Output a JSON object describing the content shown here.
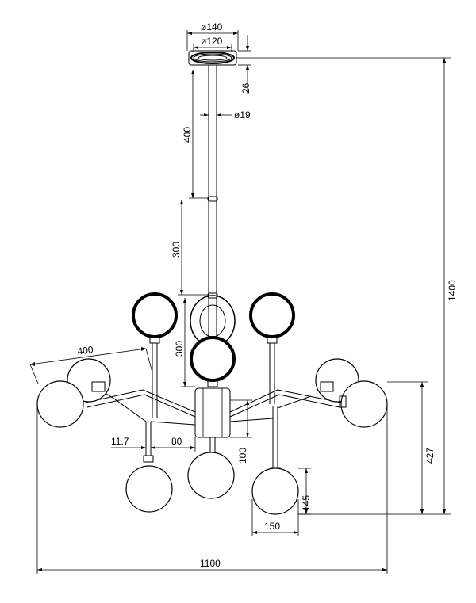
{
  "dimensions": {
    "canopy_outer_diameter": "ø140",
    "canopy_inner_diameter": "ø120",
    "canopy_height": "26",
    "rod_diameter": "ø19",
    "rod_segment_top": "400",
    "rod_segment_middle": "300",
    "rod_segment_lower": "300",
    "arm_length": "400",
    "overall_height": "1400",
    "lower_body_height": "427",
    "arm_offset": "11.7",
    "hub_width": "80",
    "hub_height": "100",
    "globe_height": "145",
    "globe_width": "150",
    "overall_width": "1100"
  }
}
